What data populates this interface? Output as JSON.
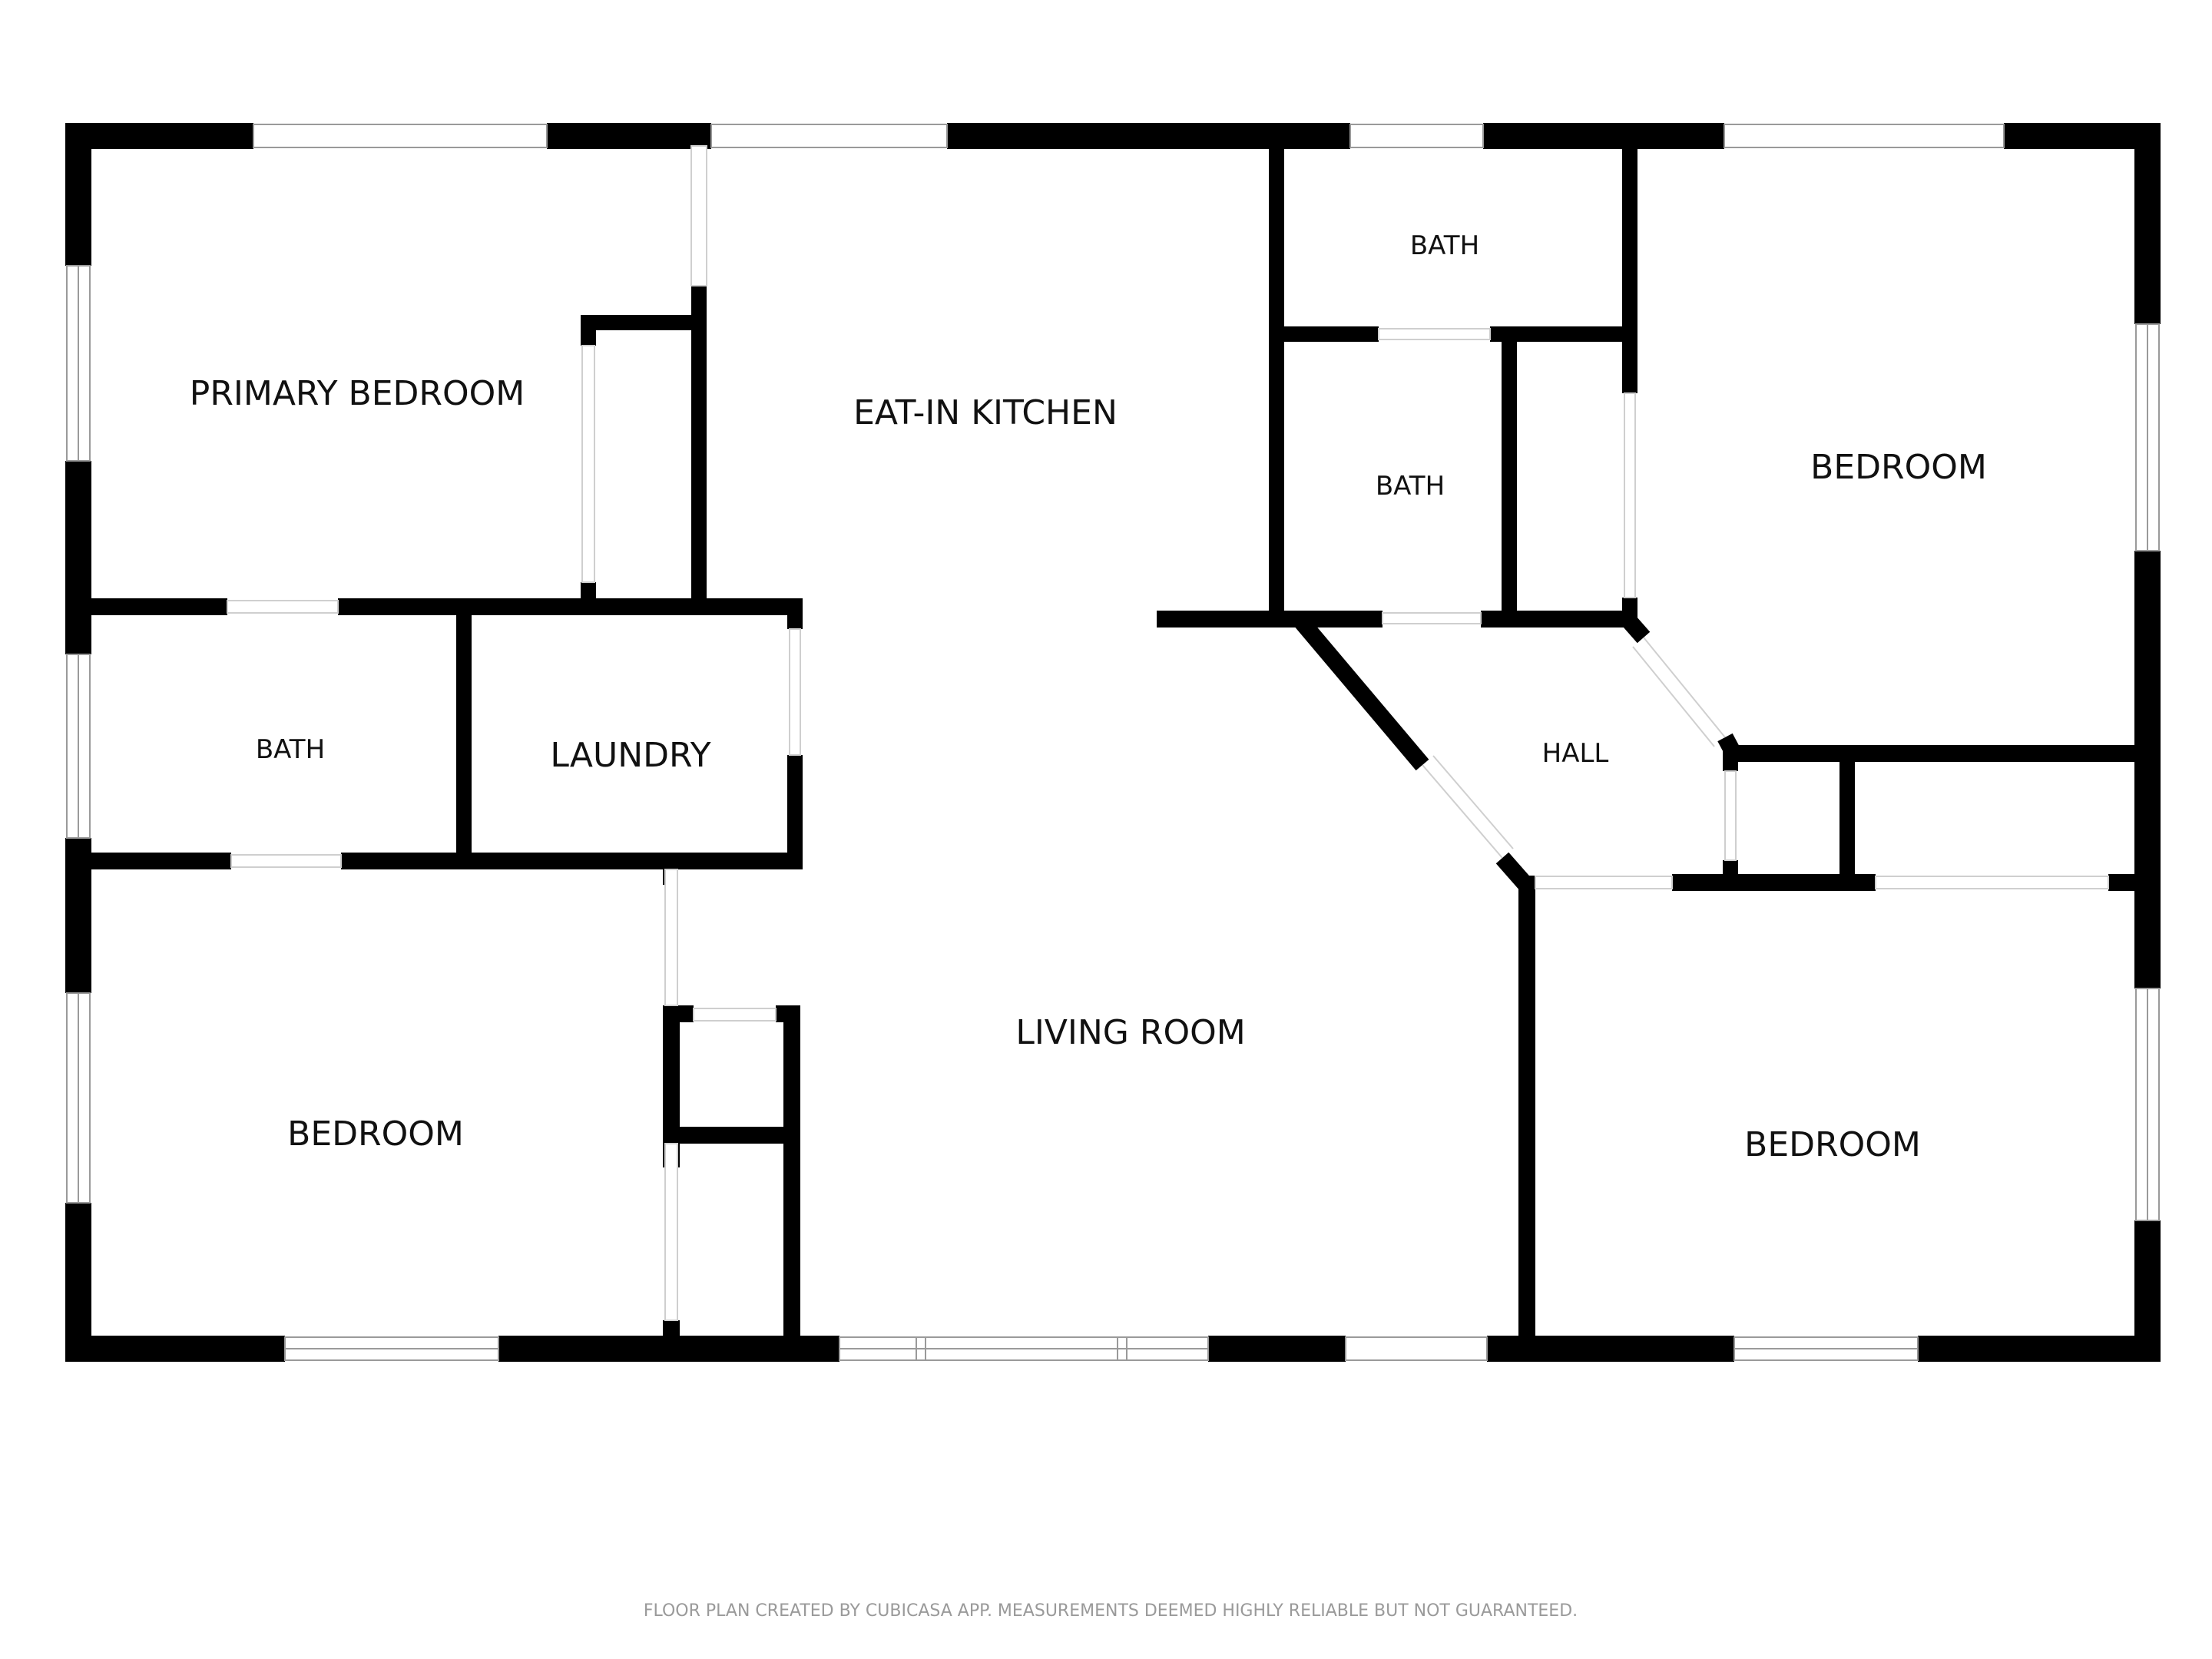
{
  "rooms": {
    "primary_bedroom": "PRIMARY BEDROOM",
    "eat_in_kitchen": "EAT-IN KITCHEN",
    "bath_top": "BATH",
    "bath_middle": "BATH",
    "bedroom_right_top": "BEDROOM",
    "bath_left": "BATH",
    "laundry": "LAUNDRY",
    "hall": "HALL",
    "living_room": "LIVING ROOM",
    "bedroom_left_bottom": "BEDROOM",
    "bedroom_right_bottom": "BEDROOM"
  },
  "footer": {
    "disclaimer": "FLOOR PLAN CREATED BY CUBICASA APP. MEASUREMENTS DEEMED HIGHLY RELIABLE BUT NOT GUARANTEED."
  },
  "colors": {
    "wall": "#000000",
    "background": "#ffffff",
    "window_line": "#9a9a9a",
    "footer_text": "#9a9a9a"
  }
}
